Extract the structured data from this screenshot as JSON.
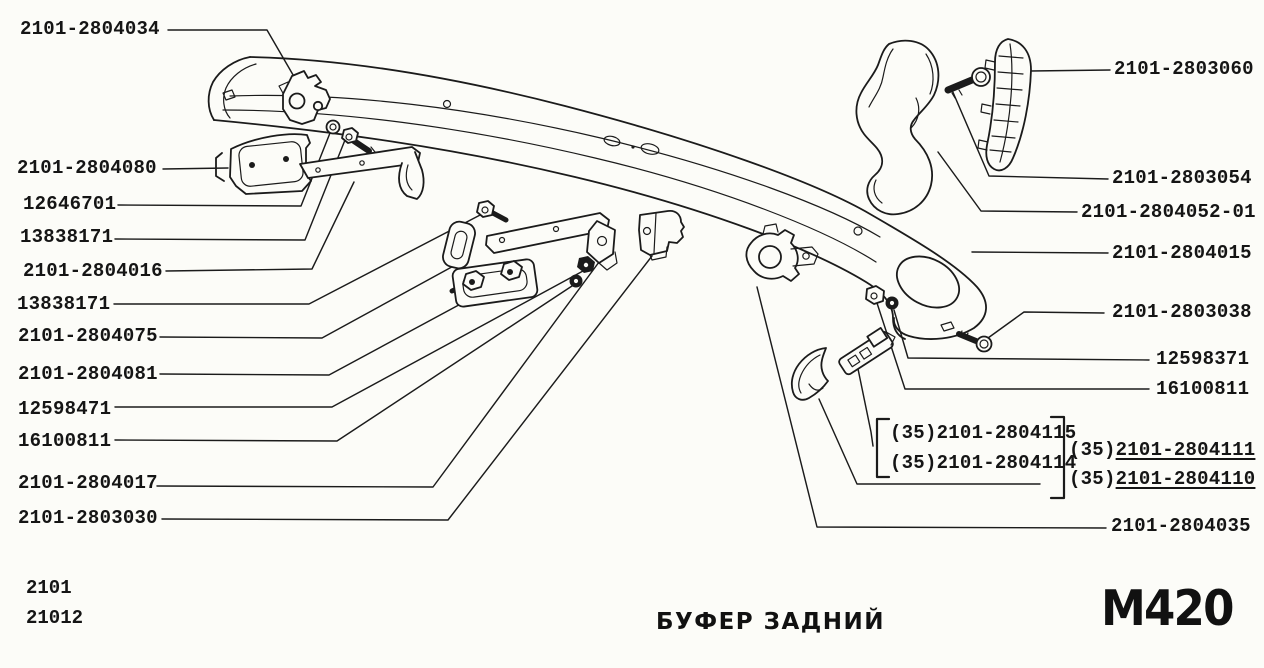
{
  "colors": {
    "background": "#fcfcf8",
    "ink": "#1b1b1b"
  },
  "footer": {
    "caption": "БУФЕР ЗАДНИЙ",
    "sheet_code": "М420",
    "model_codes": [
      "2101",
      "21012"
    ]
  },
  "left_labels": [
    "2101-2804034",
    "2101-2804080",
    "12646701",
    "13838171",
    "2101-2804016",
    "13838171",
    "2101-2804075",
    "2101-2804081",
    "12598471",
    "16100811",
    "2101-2804017",
    "2101-2803030"
  ],
  "right_labels": [
    "2101-2803060",
    "2101-2803054",
    "2101-2804052-01",
    "2101-2804015",
    "2101-2803038",
    "12598371",
    "16100811",
    "2101-2804035"
  ],
  "variant_group": {
    "bracketed": [
      "(35)2101-2804115",
      "(35)2101-2804114"
    ],
    "underlined": [
      {
        "prefix": "(35)",
        "number": "2101-2804111"
      },
      {
        "prefix": "(35)",
        "number": "2101-2804110"
      }
    ]
  }
}
